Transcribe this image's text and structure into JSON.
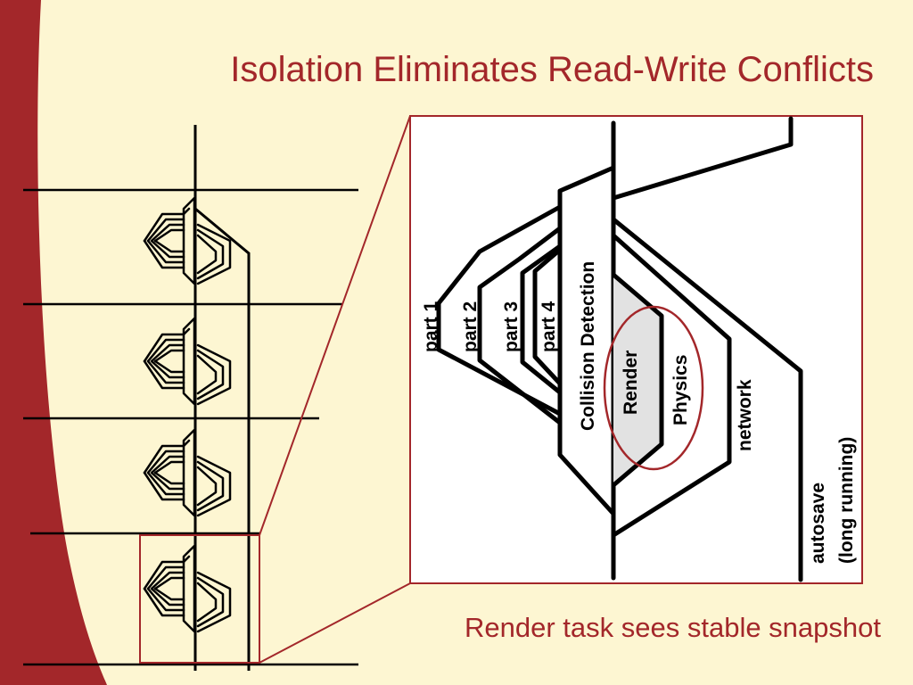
{
  "slide": {
    "title": "Isolation Eliminates Read-Write Conflicts",
    "caption": "Render task sees stable snapshot"
  },
  "diagram": {
    "tasks": {
      "part1": "part 1",
      "part2": "part 2",
      "part3": "part 3",
      "part4": "part 4",
      "collision": "Collision Detection",
      "render": "Render",
      "physics": "Physics",
      "network": "network",
      "autosave_line1": "autosave",
      "autosave_line2": "(long running)"
    }
  },
  "colors": {
    "accent": "#a3272a",
    "background": "#fdf6d2",
    "render_fill": "#e2e2e2",
    "line": "#000000"
  }
}
